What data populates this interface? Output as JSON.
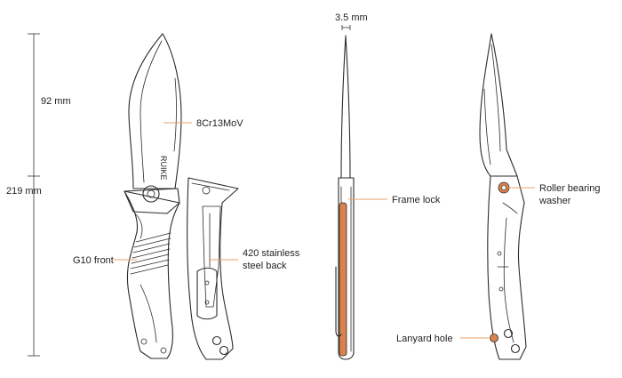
{
  "colors": {
    "line": "#2b2b2b",
    "accent_copper": "#d9824b",
    "leader": "#e9a06a",
    "text": "#222222"
  },
  "dimensions": {
    "blade_length": "92 mm",
    "overall_length": "219 mm",
    "blade_thickness": "3.5 mm"
  },
  "labels": {
    "steel": "8Cr13MoV",
    "front_scale": "G10 front",
    "back_scale_line1": "420 stainless",
    "back_scale_line2": "steel back",
    "frame_lock": "Frame lock",
    "roller_line1": "Roller bearing",
    "roller_line2": "washer",
    "lanyard": "Lanyard hole"
  },
  "brand_mark": "RUIKE"
}
